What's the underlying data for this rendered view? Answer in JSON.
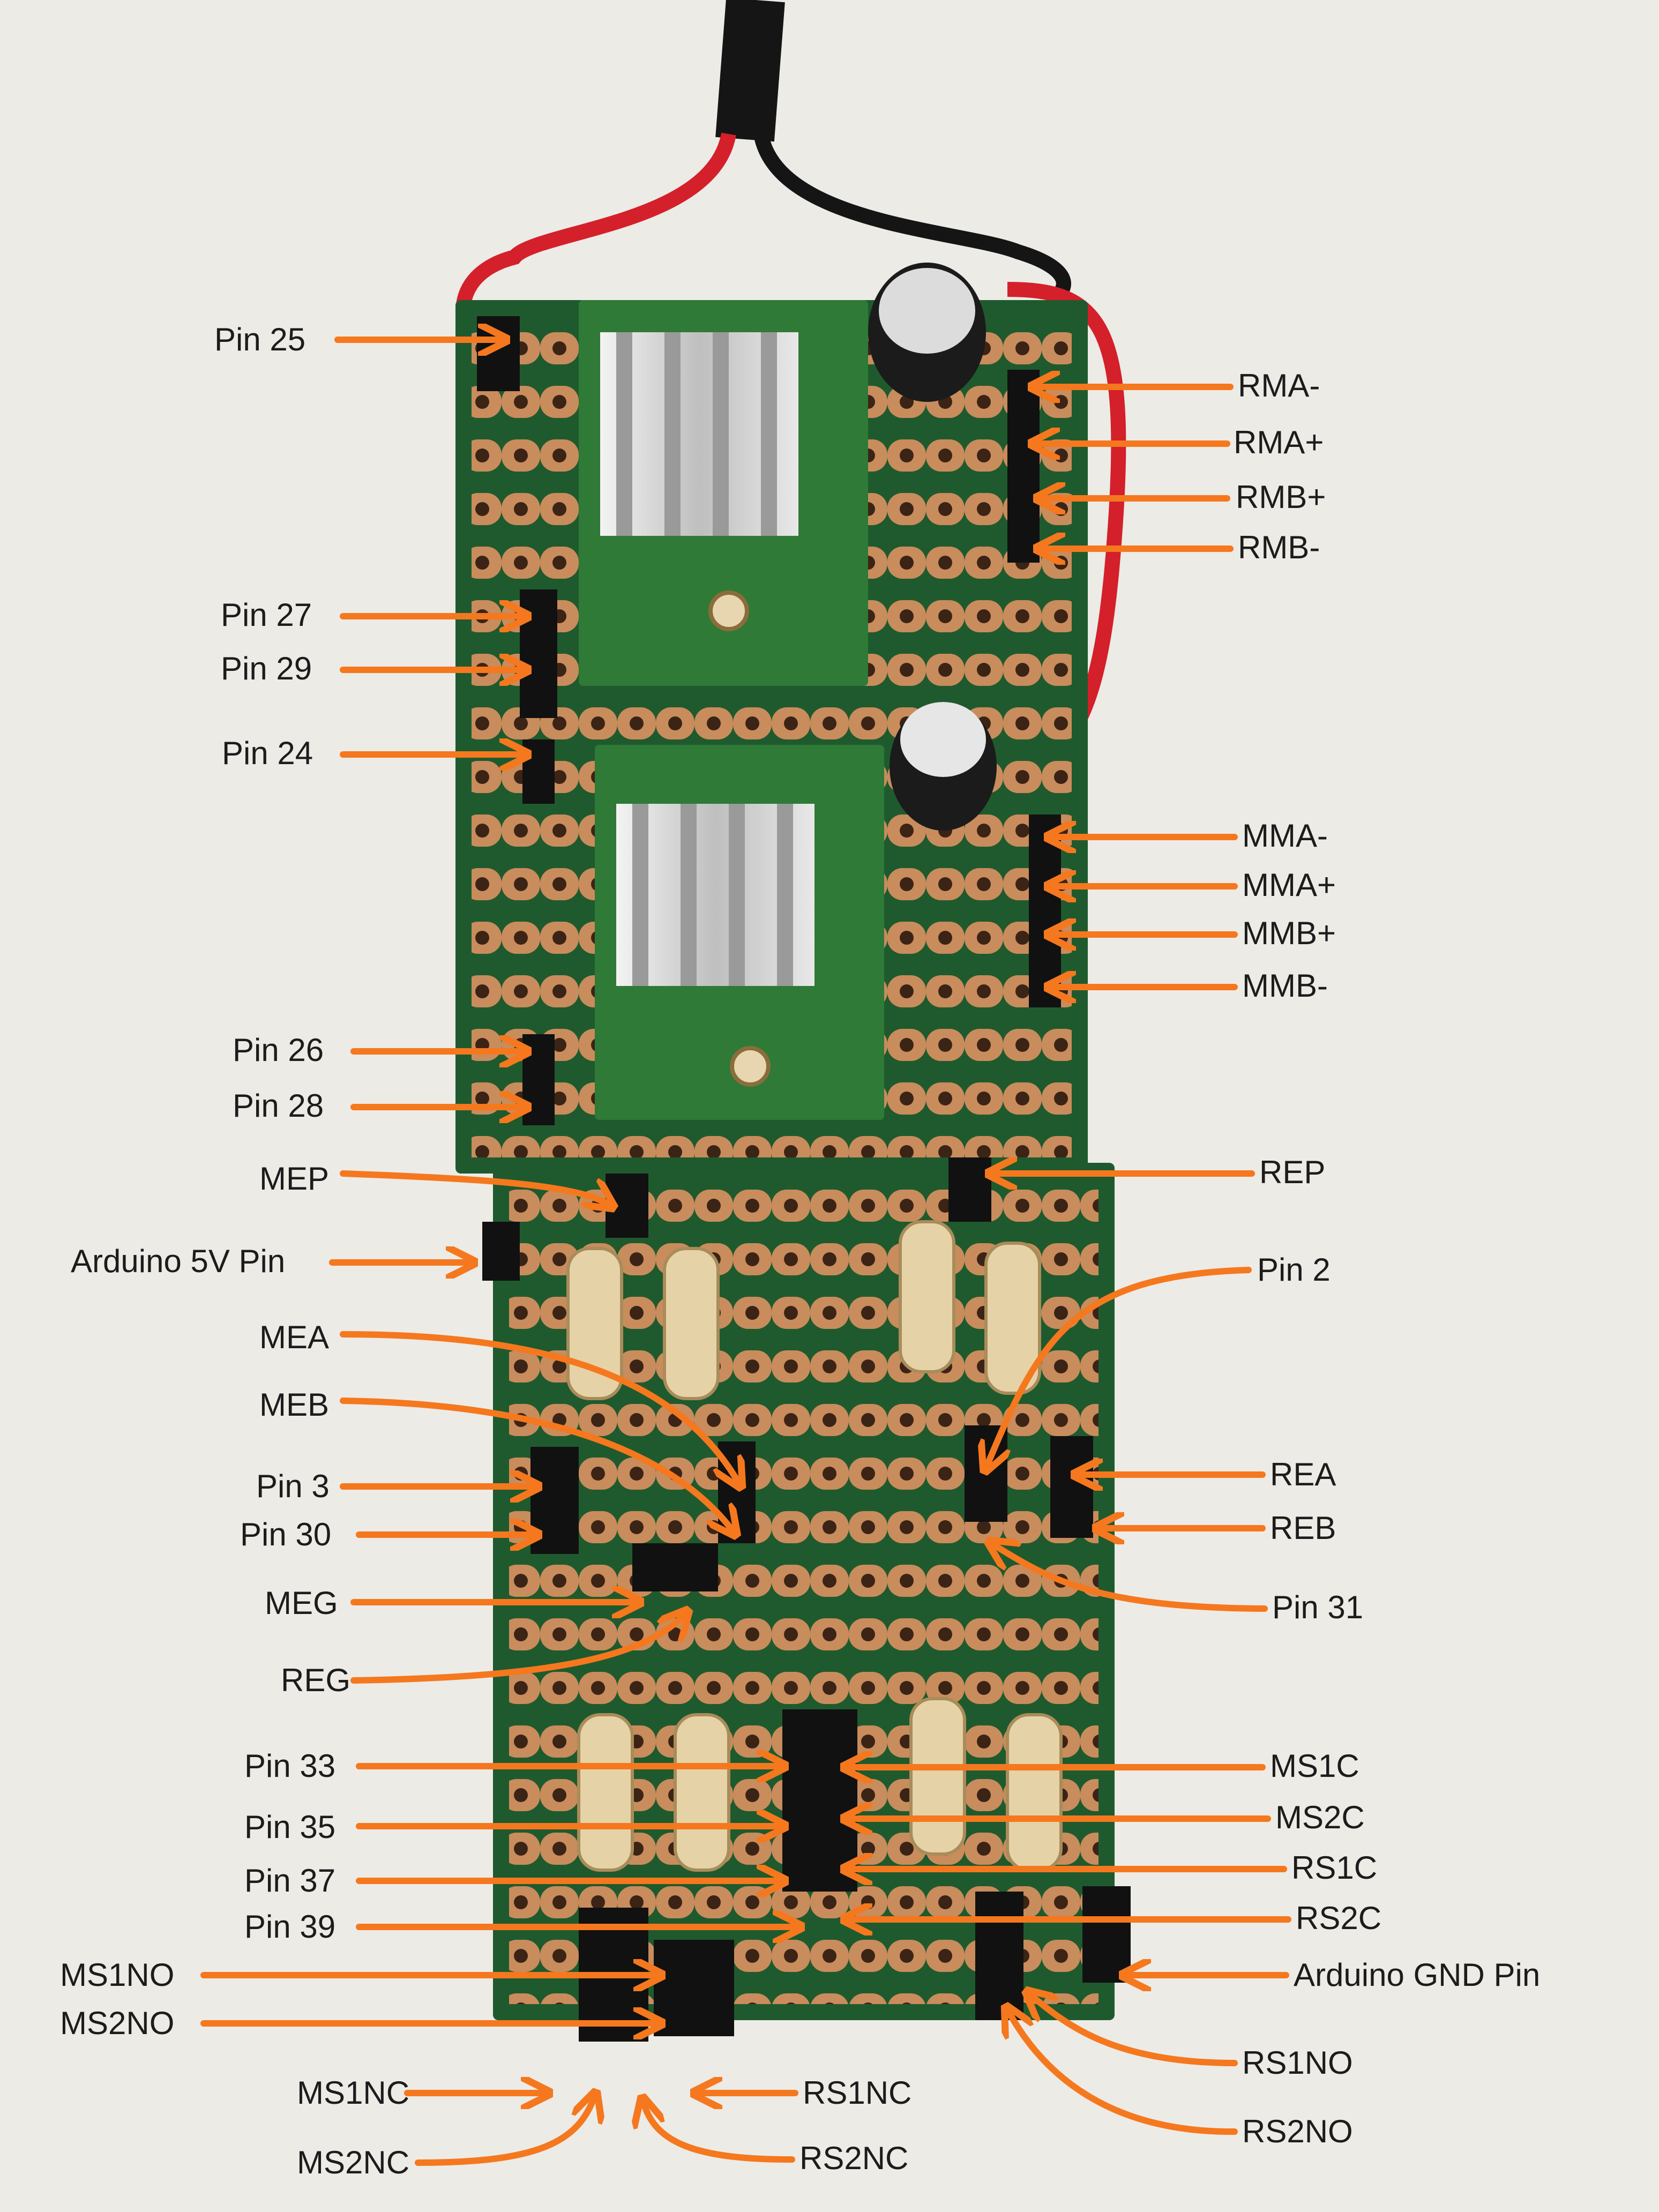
{
  "colors": {
    "background": "#ecebe6",
    "board": "#1f5a2e",
    "copper": "#c98c5c",
    "arrow": "#f5781e",
    "label": "#1c1c1c",
    "wire_red": "#d4202a",
    "wire_black": "#151515"
  },
  "labels_left": {
    "pin25": "Pin 25",
    "pin27": "Pin 27",
    "pin29": "Pin 29",
    "pin24": "Pin 24",
    "pin26": "Pin 26",
    "pin28": "Pin 28",
    "mep": "MEP",
    "arduino_5v": "Arduino 5V Pin",
    "mea": "MEA",
    "meb": "MEB",
    "pin3": "Pin 3",
    "pin30": "Pin 30",
    "meg": "MEG",
    "reg": "REG",
    "pin33": "Pin 33",
    "pin35": "Pin 35",
    "pin37": "Pin 37",
    "pin39": "Pin 39",
    "ms1no": "MS1NO",
    "ms2no": "MS2NO",
    "ms1nc": "MS1NC",
    "ms2nc": "MS2NC"
  },
  "labels_right": {
    "rma_minus": "RMA-",
    "rma_plus": "RMA+",
    "rmb_plus": "RMB+",
    "rmb_minus": "RMB-",
    "mma_minus": "MMA-",
    "mma_plus": "MMA+",
    "mmb_plus": "MMB+",
    "mmb_minus": "MMB-",
    "rep": "REP",
    "pin2": "Pin 2",
    "rea": "REA",
    "reb": "REB",
    "pin31": "Pin 31",
    "ms1c": "MS1C",
    "ms2c": "MS2C",
    "rs1c": "RS1C",
    "rs2c": "RS2C",
    "arduino_gnd": "Arduino GND Pin",
    "rs1no": "RS1NO",
    "rs2no": "RS2NO",
    "rs1nc": "RS1NC",
    "rs2nc": "RS2NC"
  }
}
